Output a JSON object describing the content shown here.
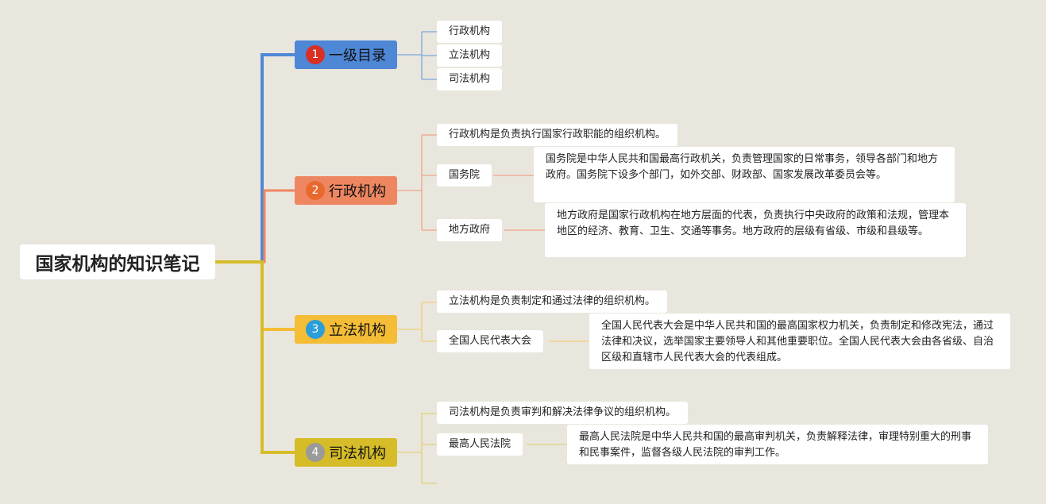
{
  "root": {
    "title": "国家机构的知识笔记"
  },
  "colors": {
    "blue": "#4E87D6",
    "orange": "#EE8761",
    "yellow": "#F4BD35",
    "olive": "#D6BC28"
  },
  "branches": [
    {
      "num": "1",
      "label": "一级目录",
      "children": [
        "行政机构",
        "立法机构",
        "司法机构"
      ]
    },
    {
      "num": "2",
      "label": "行政机构",
      "intro": "行政机构是负责执行国家行政职能的组织机构。",
      "children": [
        {
          "label": "国务院",
          "desc": "国务院是中华人民共和国最高行政机关，负责管理国家的日常事务，领导各部门和地方政府。国务院下设多个部门，如外交部、财政部、国家发展改革委员会等。"
        },
        {
          "label": "地方政府",
          "desc": "地方政府是国家行政机构在地方层面的代表，负责执行中央政府的政策和法规，管理本地区的经济、教育、卫生、交通等事务。地方政府的层级有省级、市级和县级等。"
        }
      ]
    },
    {
      "num": "3",
      "label": "立法机构",
      "intro": "立法机构是负责制定和通过法律的组织机构。",
      "children": [
        {
          "label": "全国人民代表大会",
          "desc": "全国人民代表大会是中华人民共和国的最高国家权力机关，负责制定和修改宪法，通过法律和决议，选举国家主要领导人和其他重要职位。全国人民代表大会由各省级、自治区级和直辖市人民代表大会的代表组成。"
        }
      ]
    },
    {
      "num": "4",
      "label": "司法机构",
      "intro": "司法机构是负责审判和解决法律争议的组织机构。",
      "children": [
        {
          "label": "最高人民法院",
          "desc": "最高人民法院是中华人民共和国的最高审判机关，负责解释法律，审理特别重大的刑事和民事案件，监督各级人民法院的审判工作。"
        }
      ]
    }
  ]
}
